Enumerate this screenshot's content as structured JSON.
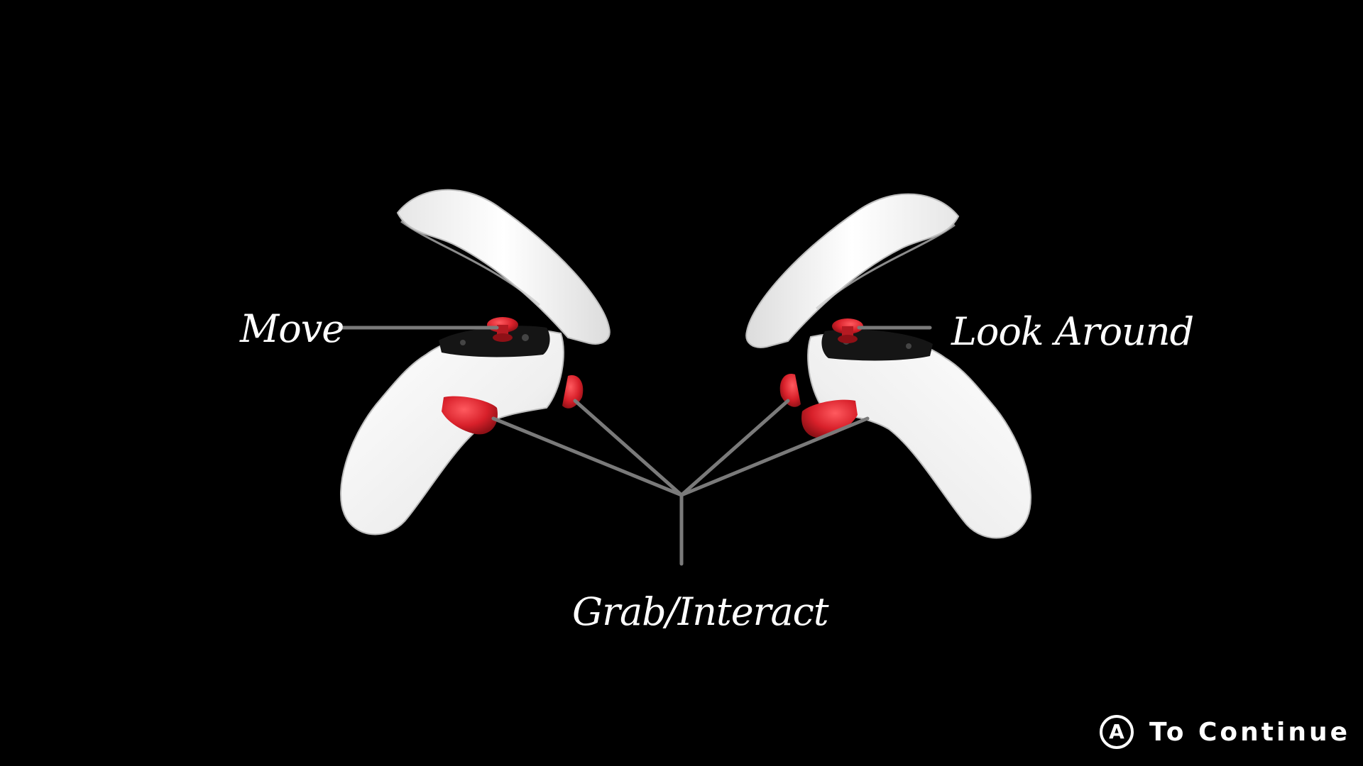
{
  "labels": {
    "move": "Move",
    "look_around": "Look Around",
    "grab_interact": "Grab/Interact"
  },
  "prompt": {
    "button": "A",
    "text": "To Continue"
  },
  "colors": {
    "background": "#000000",
    "controller_body": "#f2f2f2",
    "highlight": "#d8202a",
    "callout_line": "#7a7a7a",
    "text": "#ffffff"
  },
  "icons": {
    "a_button": "a-button-icon",
    "left_controller": "left-controller-icon",
    "right_controller": "right-controller-icon"
  }
}
